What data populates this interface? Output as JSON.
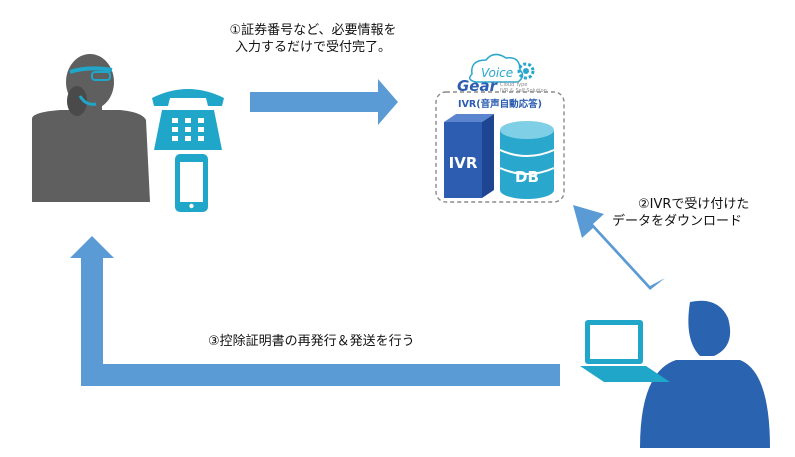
{
  "steps": {
    "step1_line1": "①証券番号など、必要情報を",
    "step1_line2": "入力するだけで受付完了。",
    "step2_line1": "②IVRで受け付けた",
    "step2_line2": "データをダウンロード",
    "step3": "③控除証明書の再発行＆発送を行う"
  },
  "system": {
    "brand_voice": "Voice",
    "brand_gear": "Gear",
    "brand_tag1": "Cloud Type",
    "brand_tag2": "IVR & Self Solution",
    "box_title": "IVR(音声自動応答)",
    "ivr_label": "IVR",
    "db_label": "DB"
  },
  "colors": {
    "arrow": "#5b9bd5",
    "customer": "#5f5f5f",
    "phone": "#1fa6c9",
    "operator": "#2a63b0",
    "ivr_block": "#2c5db0",
    "db_cylinder": "#2aa7cc"
  },
  "icons": [
    "customer-silhouette",
    "telephone-icon",
    "smartphone-icon",
    "voicegear-logo",
    "ivr-server",
    "database-cylinder",
    "operator-silhouette",
    "laptop-icon"
  ]
}
